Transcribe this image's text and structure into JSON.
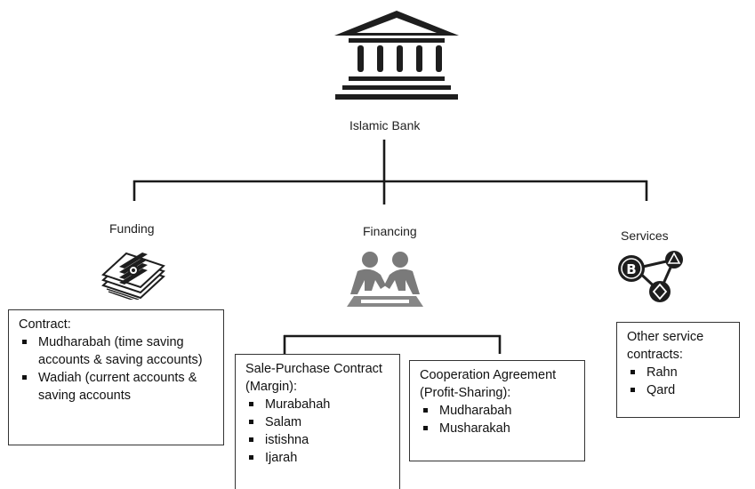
{
  "root": {
    "label": "Islamic Bank"
  },
  "branches": {
    "funding": {
      "label": "Funding",
      "icon": "money-stack-icon",
      "box": {
        "title": "Contract:",
        "items": [
          "Mudharabah (time saving accounts & saving accounts)",
          "Wadiah  (current accounts & saving accounts"
        ]
      }
    },
    "financing": {
      "label": "Financing",
      "icon": "handshake-icon",
      "sale": {
        "title": "Sale-Purchase Contract (Margin):",
        "items": [
          "Murabahah",
          "Salam",
          "istishna",
          "Ijarah"
        ]
      },
      "cooperation": {
        "title": "Cooperation Agreement (Profit-Sharing):",
        "items": [
          "Mudharabah",
          "Musharakah"
        ]
      }
    },
    "services": {
      "label": "Services",
      "icon": "crypto-network-icon",
      "box": {
        "title": "Other service contracts:",
        "items": [
          "Rahn",
          "Qard"
        ]
      }
    }
  },
  "colors": {
    "line": "#1a1a1a",
    "icon": "#7a7a7a",
    "bank": "#1e1e1e"
  }
}
